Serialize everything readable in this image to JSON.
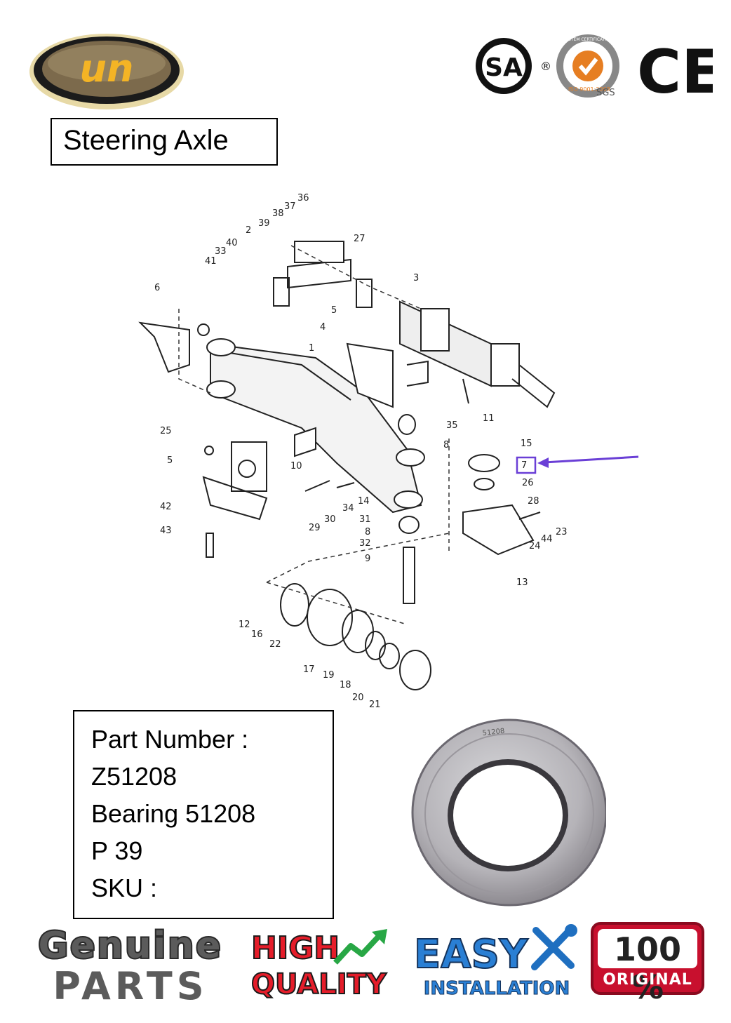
{
  "logo": {
    "text": "un"
  },
  "certifications": {
    "csa": "SA",
    "registered_mark": "®",
    "sgs_ring": "SYSTEM CERTIFICATION",
    "sgs_iso": "ISO 9001:2008",
    "sgs_brand": "SGS",
    "ce": "CE"
  },
  "title": "Steering Axle",
  "diagram": {
    "callout_colors": {
      "arrow": "#6a3fd6",
      "highlight_box": "#6a3fd6"
    },
    "labels": [
      "36",
      "37",
      "38",
      "39",
      "2",
      "40",
      "33",
      "41",
      "27",
      "3",
      "6",
      "5",
      "4",
      "1",
      "11",
      "35",
      "8",
      "15",
      "7",
      "26",
      "28",
      "23",
      "44",
      "24",
      "25",
      "5",
      "42",
      "43",
      "10",
      "30",
      "29",
      "34",
      "14",
      "31",
      "8",
      "32",
      "9",
      "13",
      "12",
      "16",
      "22",
      "17",
      "19",
      "18",
      "20",
      "21"
    ]
  },
  "part": {
    "line1": "Part Number :",
    "line2": "Z51208",
    "line3": "Bearing 51208",
    "line4": "P 39",
    "line5": "SKU :"
  },
  "bearing_photo": {
    "stamp": "51208"
  },
  "badges": {
    "genuine_top": "Genuine",
    "genuine_bottom": "PARTS",
    "quality_top": "HIGH",
    "quality_bottom": "QUALITY",
    "easy_top": "EASY",
    "easy_bottom": "INSTALLATION",
    "original_top": "100 %",
    "original_bottom": "ORIGINAL"
  }
}
